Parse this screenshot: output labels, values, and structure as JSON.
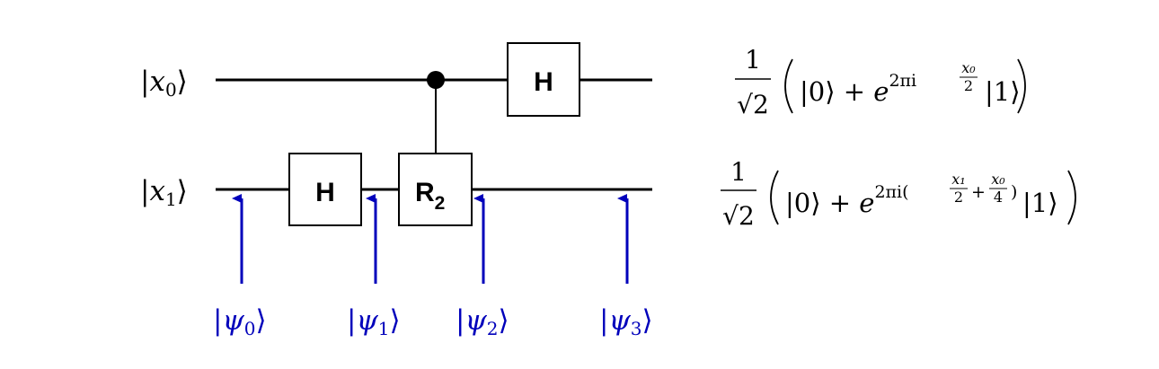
{
  "colors": {
    "ink": "#000000",
    "arrow": "#0000bb",
    "background": "#ffffff"
  },
  "inputs": {
    "q0": {
      "ket_open": "|",
      "symbol": "x",
      "index": "0",
      "ket_close": "⟩"
    },
    "q1": {
      "ket_open": "|",
      "symbol": "x",
      "index": "1",
      "ket_close": "⟩"
    }
  },
  "gates": {
    "h_q1": "H",
    "r2": {
      "letter": "R",
      "index": "2"
    },
    "h_q0": "H"
  },
  "states": [
    {
      "symbol": "ψ",
      "index": "0"
    },
    {
      "symbol": "ψ",
      "index": "1"
    },
    {
      "symbol": "ψ",
      "index": "2"
    },
    {
      "symbol": "ψ",
      "index": "3"
    }
  ],
  "outputs": {
    "q0": {
      "num": "1",
      "den": "√2",
      "ket0": "|0⟩ + ",
      "base": "e",
      "exp_prefix": "2πi",
      "frac1": {
        "num": "x₀",
        "den": "2"
      },
      "ket1": "|1⟩"
    },
    "q1": {
      "num": "1",
      "den": "√2",
      "ket0": "|0⟩ + ",
      "base": "e",
      "exp_prefix": "2πi(",
      "frac1": {
        "num": "x₁",
        "den": "2"
      },
      "plus": "+",
      "frac2": {
        "num": "x₀",
        "den": "4"
      },
      "exp_suffix": ")",
      "ket1": "|1⟩"
    }
  }
}
